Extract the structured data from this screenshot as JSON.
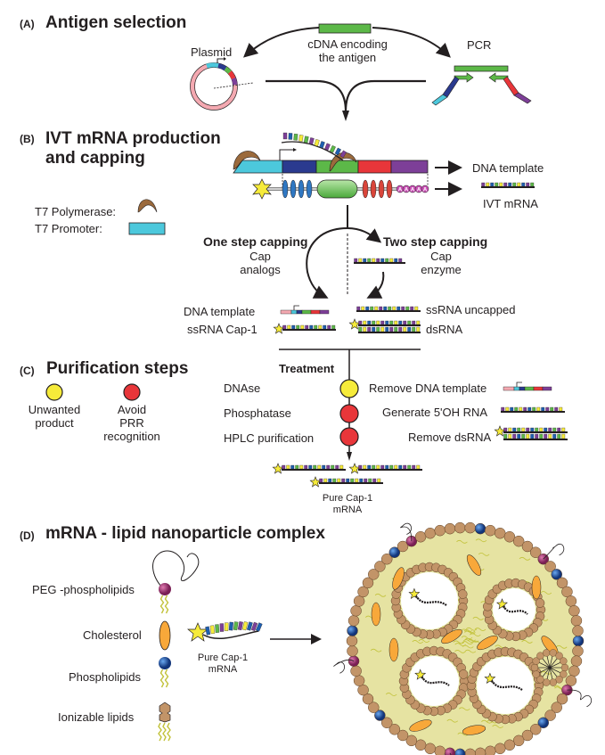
{
  "colors": {
    "cyan": "#4cc8dc",
    "navy": "#2a3a8f",
    "green": "#5cb848",
    "red": "#e8363a",
    "purple": "#7d3f98",
    "pink": "#f4a9b1",
    "yellow": "#f6eb3a",
    "brown": "#b58a5e",
    "orange": "#f8a83a",
    "blue": "#1e5fb0",
    "magenta": "#a23a7a",
    "lipid_tail": "#c2c23a"
  },
  "panelA": {
    "label": "(A)",
    "title": "Antigen selection",
    "plasmid": "Plasmid",
    "cdna_line1": "cDNA encoding",
    "cdna_line2": "the antigen",
    "pcr": "PCR"
  },
  "panelB": {
    "label": "(B)",
    "title_line1": "IVT mRNA production",
    "title_line2": "and capping",
    "legend_polymerase": "T7 Polymerase:",
    "legend_promoter": "T7 Promoter:",
    "dna_template": "DNA template",
    "ivt_mrna": "IVT mRNA",
    "polya_letter": "A",
    "one_step": "One step capping",
    "one_step_sub1": "Cap",
    "one_step_sub2": "analogs",
    "two_step": "Two step capping",
    "two_step_sub1": "Cap",
    "two_step_sub2": "enzyme",
    "prod_dna_template": "DNA template",
    "prod_ssrna_cap1": "ssRNA Cap-1",
    "prod_ssrna_uncapped": "ssRNA uncapped",
    "prod_dsrna": "dsRNA"
  },
  "panelC": {
    "label": "(C)",
    "title": "Purification steps",
    "legend_unwanted_line1": "Unwanted",
    "legend_unwanted_line2": "product",
    "legend_avoid_line1": "Avoid",
    "legend_avoid_line2": "PRR",
    "legend_avoid_line3": "recognition",
    "treatment": "Treatment",
    "steps": [
      {
        "treatment": "DNAse",
        "effect": "Remove DNA template",
        "type": "unwanted"
      },
      {
        "treatment": "Phosphatase",
        "effect": "Generate 5'OH RNA",
        "type": "avoid-prr"
      },
      {
        "treatment": "HPLC purification",
        "effect": "Remove dsRNA",
        "type": "avoid-prr"
      }
    ],
    "result_line1": "Pure Cap-1",
    "result_line2": "mRNA"
  },
  "panelD": {
    "label": "(D)",
    "title": "mRNA - lipid nanoparticle complex",
    "components": [
      "PEG -phospholipids",
      "Cholesterol",
      "Phospholipids",
      "Ionizable lipids"
    ],
    "mrna_line1": "Pure Cap-1",
    "mrna_line2": "mRNA"
  }
}
